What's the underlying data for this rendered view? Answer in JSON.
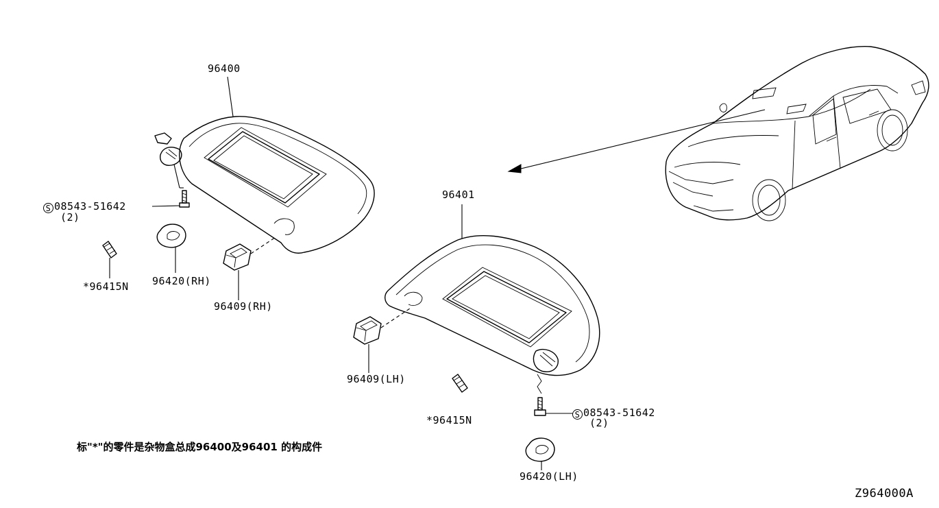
{
  "diagram": {
    "drawing_code": "Z964000A",
    "footnote": "标\"*\"的零件是杂物盒总成96400及96401 的构成件",
    "callouts": {
      "visor_rh": "96400",
      "visor_lh": "96401",
      "screw_rh_code": "08543-51642",
      "screw_rh_qty": "(2)",
      "screw_lh_code": "08543-51642",
      "screw_lh_qty": "(2)",
      "holder_rh": "96409(RH)",
      "holder_lh": "96409(LH)",
      "cover_rh": "96420(RH)",
      "cover_lh": "96420(LH)",
      "pin_rh": "*96415N",
      "pin_lh": "*96415N"
    },
    "symbols": {
      "screw_prefix": "S"
    }
  }
}
